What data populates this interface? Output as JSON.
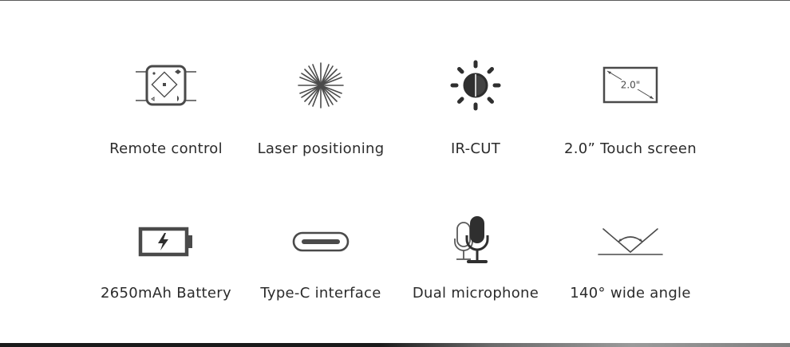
{
  "features": [
    {
      "label": "Remote control",
      "icon": "remote-control-icon"
    },
    {
      "label": "Laser positioning",
      "icon": "laser-icon"
    },
    {
      "label": "IR-CUT",
      "icon": "ir-cut-icon"
    },
    {
      "label": "2.0”  Touch screen",
      "icon": "touch-screen-icon",
      "screen_text": "2.0\""
    },
    {
      "label": "2650mAh Battery",
      "icon": "battery-icon"
    },
    {
      "label": "Type-C interface",
      "icon": "type-c-icon"
    },
    {
      "label": "Dual microphone",
      "icon": "microphone-icon"
    },
    {
      "label": "140° wide angle",
      "icon": "wide-angle-icon"
    }
  ],
  "colors": {
    "icon": "#4a4a4a",
    "text": "#2b2b2b",
    "background": "#ffffff"
  }
}
